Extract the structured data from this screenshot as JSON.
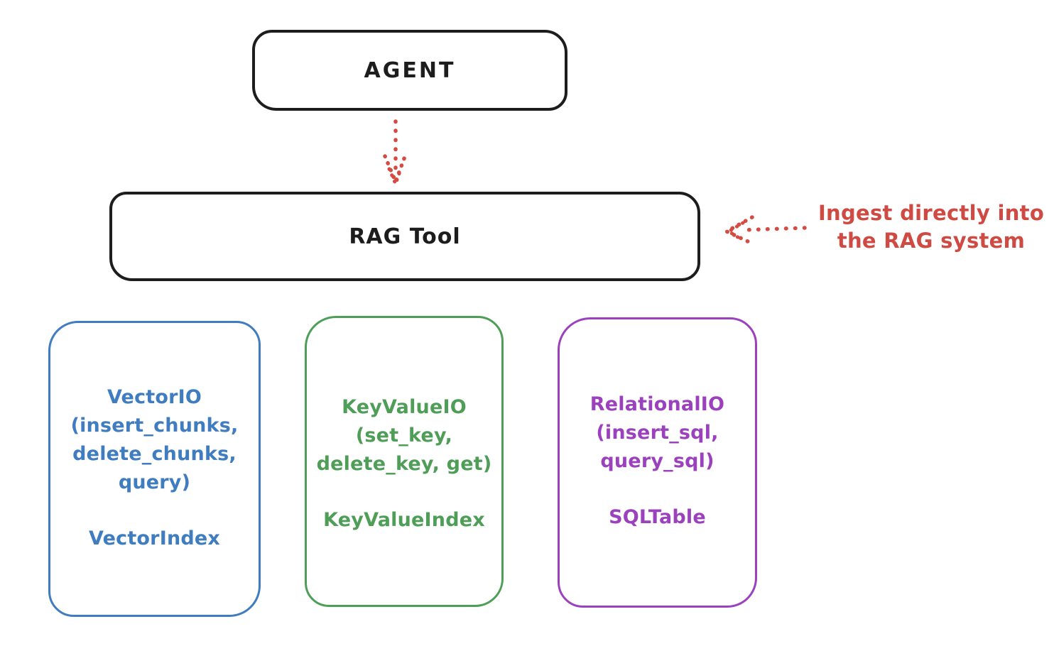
{
  "nodes": {
    "agent": {
      "label": "AGENT"
    },
    "rag_tool": {
      "label": "RAG Tool"
    }
  },
  "annotation": {
    "line1": "Ingest directly into",
    "line2": "the RAG system"
  },
  "backends": [
    {
      "name": "vector-io",
      "color": "#3f7cc0",
      "lines": [
        "VectorIO",
        "(insert_chunks,",
        "delete_chunks,",
        "query)"
      ],
      "index_label": "VectorIndex"
    },
    {
      "name": "keyvalue-io",
      "color": "#4f9e58",
      "lines": [
        "KeyValueIO",
        "(set_key,",
        "delete_key, get)"
      ],
      "index_label": "KeyValueIndex"
    },
    {
      "name": "relational-io",
      "color": "#9c41be",
      "lines": [
        "RelationalIO",
        "(insert_sql,",
        "query_sql)"
      ],
      "index_label": "SQLTable"
    }
  ],
  "arrows": {
    "agent_to_rag": "dotted-down-arrow",
    "annotation_to_rag": "dotted-left-arrow"
  },
  "colors": {
    "stroke_black": "#1d1d1d",
    "arrow_red": "#d54b42",
    "annotation_red": "#cf4a42",
    "vector_blue": "#3f7cc0",
    "keyvalue_green": "#4f9e58",
    "relational_purple": "#9c41be",
    "background": "#ffffff"
  }
}
